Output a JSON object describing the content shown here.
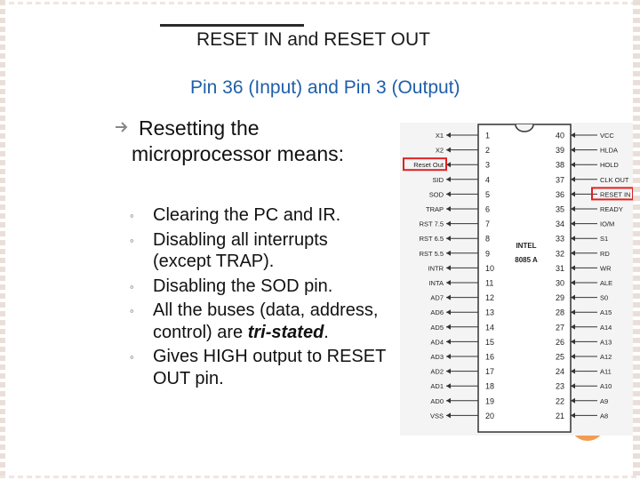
{
  "slide": {
    "title": "RESET IN and RESET OUT",
    "subtitle": "Pin 36 (Input) and Pin 3 (Output)",
    "main_bullet_line1": "Resetting the",
    "main_bullet_line2": "microprocessor means:",
    "items": [
      {
        "parts": [
          {
            "t": "Clearing the PC and IR."
          }
        ]
      },
      {
        "parts": [
          {
            "t": "Disabling all interrupts (except TRAP)."
          }
        ]
      },
      {
        "parts": [
          {
            "t": "Disabling the SOD pin."
          }
        ]
      },
      {
        "parts": [
          {
            "t": "All the buses (data, address, control) are "
          },
          {
            "t": "tri-stated",
            "bi": true
          },
          {
            "t": "."
          }
        ]
      },
      {
        "parts": [
          {
            "t": "Gives HIGH output to RESET OUT pin."
          }
        ]
      }
    ]
  },
  "chip": {
    "label_line1": "INTEL",
    "label_line2": "8085 A",
    "left_pins": [
      {
        "num": "1",
        "name": "X1"
      },
      {
        "num": "2",
        "name": "X2"
      },
      {
        "num": "3",
        "name": "Reset Out"
      },
      {
        "num": "4",
        "name": "SID"
      },
      {
        "num": "5",
        "name": "SOD"
      },
      {
        "num": "6",
        "name": "TRAP"
      },
      {
        "num": "7",
        "name": "RST 7.5"
      },
      {
        "num": "8",
        "name": "RST 6.5"
      },
      {
        "num": "9",
        "name": "RST 5.5"
      },
      {
        "num": "10",
        "name": "INTR"
      },
      {
        "num": "11",
        "name": "INTA"
      },
      {
        "num": "12",
        "name": "AD7"
      },
      {
        "num": "13",
        "name": "AD6"
      },
      {
        "num": "14",
        "name": "AD5"
      },
      {
        "num": "15",
        "name": "AD4"
      },
      {
        "num": "16",
        "name": "AD3"
      },
      {
        "num": "17",
        "name": "AD2"
      },
      {
        "num": "18",
        "name": "AD1"
      },
      {
        "num": "19",
        "name": "AD0"
      },
      {
        "num": "20",
        "name": "VSS"
      }
    ],
    "right_pins": [
      {
        "num": "40",
        "name": "VCC"
      },
      {
        "num": "39",
        "name": "HLDA"
      },
      {
        "num": "38",
        "name": "HOLD"
      },
      {
        "num": "37",
        "name": "CLK OUT"
      },
      {
        "num": "36",
        "name": "RESET IN"
      },
      {
        "num": "35",
        "name": "READY"
      },
      {
        "num": "34",
        "name": "IO/M"
      },
      {
        "num": "33",
        "name": "S1"
      },
      {
        "num": "32",
        "name": "RD"
      },
      {
        "num": "31",
        "name": "WR"
      },
      {
        "num": "30",
        "name": "ALE"
      },
      {
        "num": "29",
        "name": "S0"
      },
      {
        "num": "28",
        "name": "A15"
      },
      {
        "num": "27",
        "name": "A14"
      },
      {
        "num": "26",
        "name": "A13"
      },
      {
        "num": "25",
        "name": "A12"
      },
      {
        "num": "24",
        "name": "A11"
      },
      {
        "num": "23",
        "name": "A10"
      },
      {
        "num": "22",
        "name": "A9"
      },
      {
        "num": "21",
        "name": "A8"
      }
    ],
    "highlight_color": "#e02020"
  }
}
